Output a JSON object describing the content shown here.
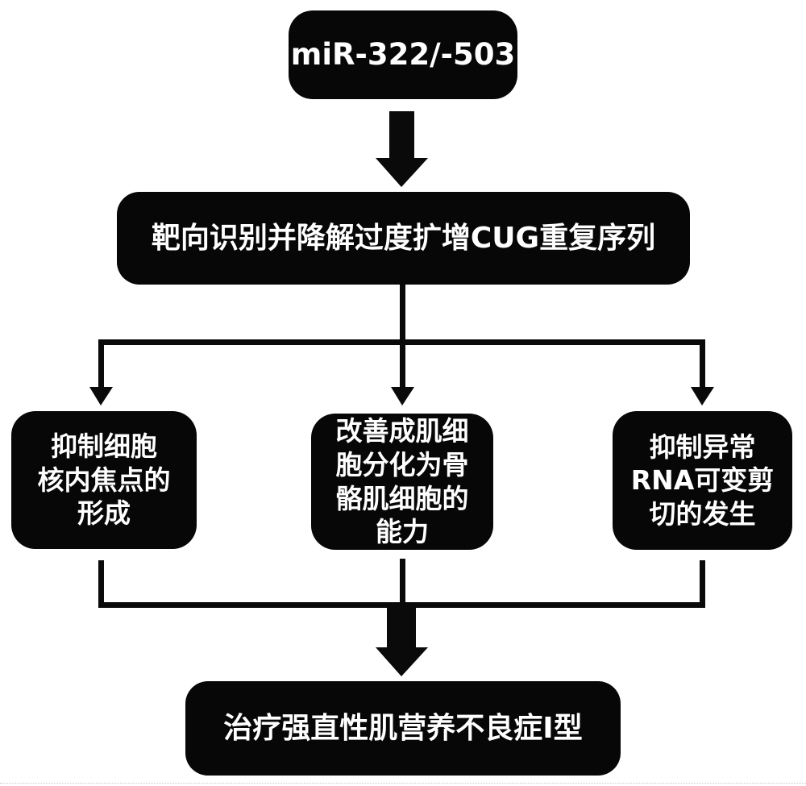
{
  "diagram": {
    "title": "miR-322/-503 therapeutic mechanism flowchart",
    "colors": {
      "background": "#ffffff",
      "node_bg": "#070707",
      "node_text": "#ffffff",
      "connector": "#0a0a0a"
    },
    "nodes": {
      "top": {
        "label": "miR-322/-503"
      },
      "mechanism": {
        "label": "靶向识别并降解过度扩增CUG重复序列"
      },
      "effect_left": {
        "label": "抑制细胞\n核内焦点的\n形成"
      },
      "effect_middle": {
        "label": "改善成肌细\n胞分化为骨\n骼肌细胞的\n能力"
      },
      "effect_right": {
        "label": "抑制异常\nRNA可变剪\n切的发生"
      },
      "outcome": {
        "label": "治疗强直性肌营养不良症I型"
      }
    },
    "edges": [
      {
        "from": "top",
        "to": "mechanism",
        "style": "block-arrow"
      },
      {
        "from": "mechanism",
        "to": "effect_left",
        "style": "thin-arrow"
      },
      {
        "from": "mechanism",
        "to": "effect_middle",
        "style": "thin-arrow"
      },
      {
        "from": "mechanism",
        "to": "effect_right",
        "style": "thin-arrow"
      },
      {
        "from": "effect_left",
        "to": "outcome",
        "style": "merge-block-arrow"
      },
      {
        "from": "effect_middle",
        "to": "outcome",
        "style": "merge-block-arrow"
      },
      {
        "from": "effect_right",
        "to": "outcome",
        "style": "merge-block-arrow"
      }
    ]
  }
}
